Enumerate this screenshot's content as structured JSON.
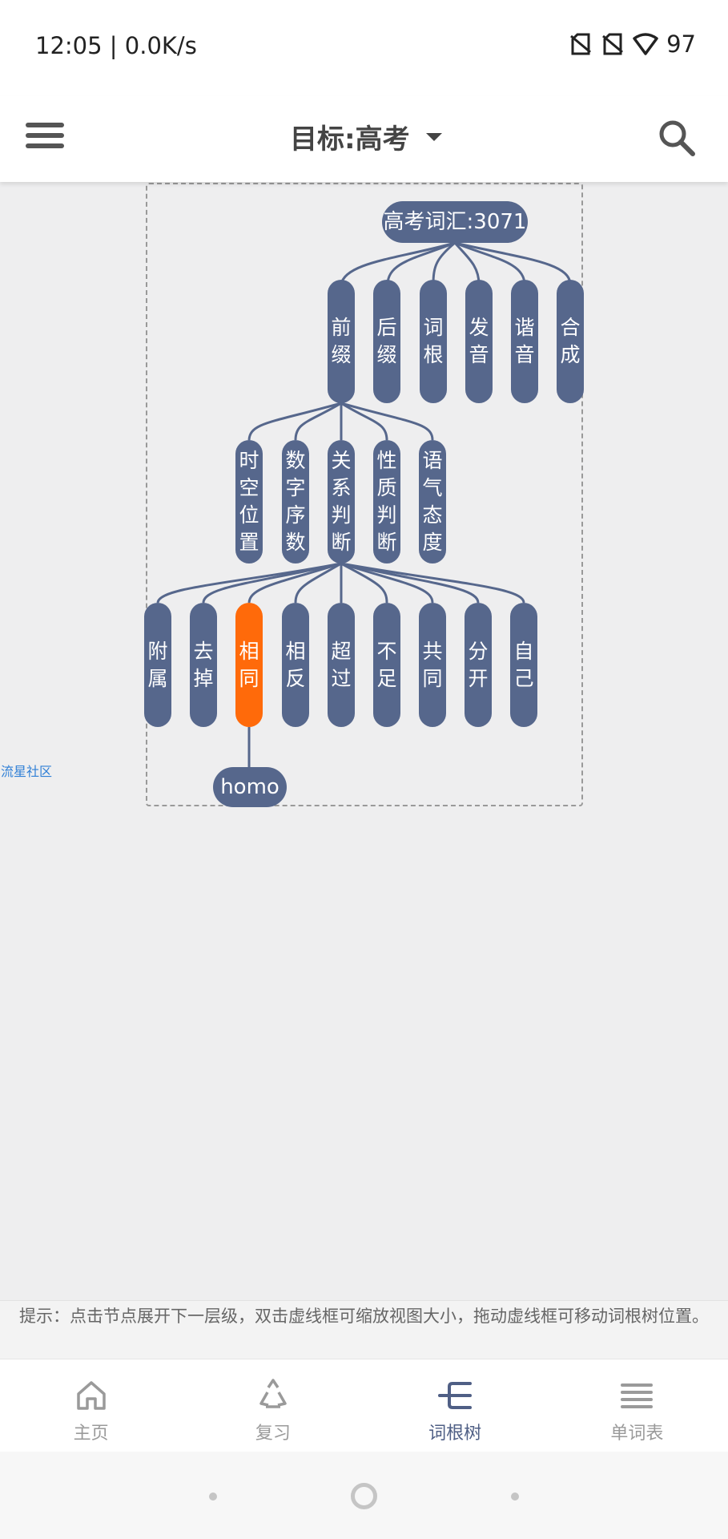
{
  "status": {
    "time": "12:05 | 0.0K/s",
    "battery": "97"
  },
  "appbar": {
    "title": "目标:高考"
  },
  "tree": {
    "root": "高考词汇:3071",
    "level1": [
      "前缀",
      "后缀",
      "词根",
      "发音",
      "谐音",
      "合成"
    ],
    "level2": [
      "时空位置",
      "数字序数",
      "关系判断",
      "性质判断",
      "语气态度"
    ],
    "level3": [
      "附属",
      "去掉",
      "相同",
      "相反",
      "超过",
      "不足",
      "共同",
      "分开",
      "自己"
    ],
    "selected": "相同",
    "leaf": "homo"
  },
  "side_link": "流星社区",
  "hint": "提示：点击节点展开下一层级，双击虚线框可缩放视图大小，拖动虚线框可移动词根树位置。",
  "tabs": [
    {
      "label": "主页",
      "icon": "home-icon"
    },
    {
      "label": "复习",
      "icon": "recycle-icon"
    },
    {
      "label": "词根树",
      "icon": "tree-icon"
    },
    {
      "label": "单词表",
      "icon": "list-icon"
    }
  ],
  "active_tab": "词根树",
  "colors": {
    "node": "#56678c",
    "selected_node": "#ff6a0a",
    "accent": "#4f5f85"
  }
}
